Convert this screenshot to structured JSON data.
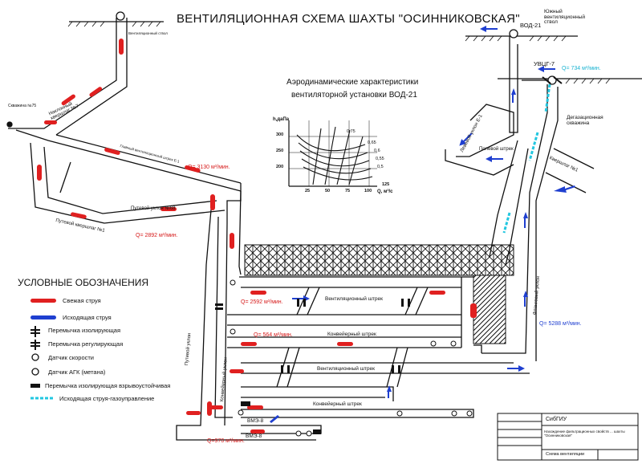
{
  "title": "ВЕНТИЛЯЦИОННАЯ СХЕМА ШАХТЫ \"ОСИННИКОВСКАЯ\"",
  "chart": {
    "title_line1": "Аэродинамические характеристики",
    "title_line2": "вентиляторной установки ВОД-21",
    "ylabel": "h,даПа",
    "xlabel": "Q, м³/с",
    "y_ticks": [
      "300",
      "250",
      "200"
    ],
    "x_ticks": [
      "25",
      "50",
      "75",
      "100",
      "125"
    ],
    "curve_labels": [
      "0,75",
      "0,65",
      "0,6",
      "0,55",
      "0,5"
    ]
  },
  "labels": {
    "vod21_top": "ВОД-21",
    "south_shaft": "Южный вентиляционный ствол",
    "uvtsg": "УВЦГ-7",
    "degas_well": "Дегазационная скважина",
    "field_drift": "Полевой штрек",
    "crosscut1": "Квершлаг №1",
    "left_uklon": "Левовой уклон Е-1",
    "flank_uklon": "Фланговый уклон",
    "ventilation_shaft_left": "Вентиляционный ствол",
    "crosscut7": "Наклонный квершлаг №7",
    "well75": "Скважина №75",
    "lower_crosscut": "Главный вентиляционный штрек Е-1",
    "put_uklon68": "Путевой уклон №68",
    "put_crosscut": "Путевой квершлаг №1",
    "put_uklon": "Путевой уклон",
    "conv_uklon": "Конвейерный уклон",
    "vent_drift1": "Вентиляционный штрек",
    "conv_drift1": "Конвейерный штрек",
    "vent_drift2": "Вентиляционный штрек",
    "conv_drift2": "Конвейерный штрек",
    "vmp8a": "ВМЭ-8",
    "vmp8b": "ВМЭ-8"
  },
  "flows": {
    "q_top": "Q= 734 м³/мин.",
    "q_3130": "Q= 3130 м³/мин.",
    "q_2892": "Q= 2892 м³/мин.",
    "q_2592": "Q= 2592 м³/мин.",
    "q_564": "Q= 564 м³/мин.",
    "q_5288": "Q= 5288 м³/мин.",
    "q_970": "Q=970 м³/мин."
  },
  "legend": {
    "heading": "УСЛОВНЫЕ ОБОЗНАЧЕНИЯ",
    "items": [
      {
        "label": "Свежая струя",
        "kind": "fresh"
      },
      {
        "label": "Исходящая струя",
        "kind": "exhaust"
      },
      {
        "label": "Перемычка изолирующая",
        "kind": "isolating"
      },
      {
        "label": "Перемычка регулирующая",
        "kind": "regulating"
      },
      {
        "label": "Датчик скорости",
        "kind": "speed"
      },
      {
        "label": "Датчик АГК (метана)",
        "kind": "methane"
      },
      {
        "label": "Перемычка изолирующая взрывоустойчивая",
        "kind": "explosion"
      },
      {
        "label": "Исходящая струя-газоуправление",
        "kind": "gas"
      }
    ]
  },
  "title_block": {
    "org": "СибГИУ",
    "text": "Нахождение фильтрационных свойств ... шахты \"Осинниковская\"",
    "caption": "Схема вентиляции"
  },
  "colors": {
    "fresh": "#e02020",
    "exhaust": "#1f3fd0",
    "gas": "#22c7e0",
    "line": "#111111"
  }
}
